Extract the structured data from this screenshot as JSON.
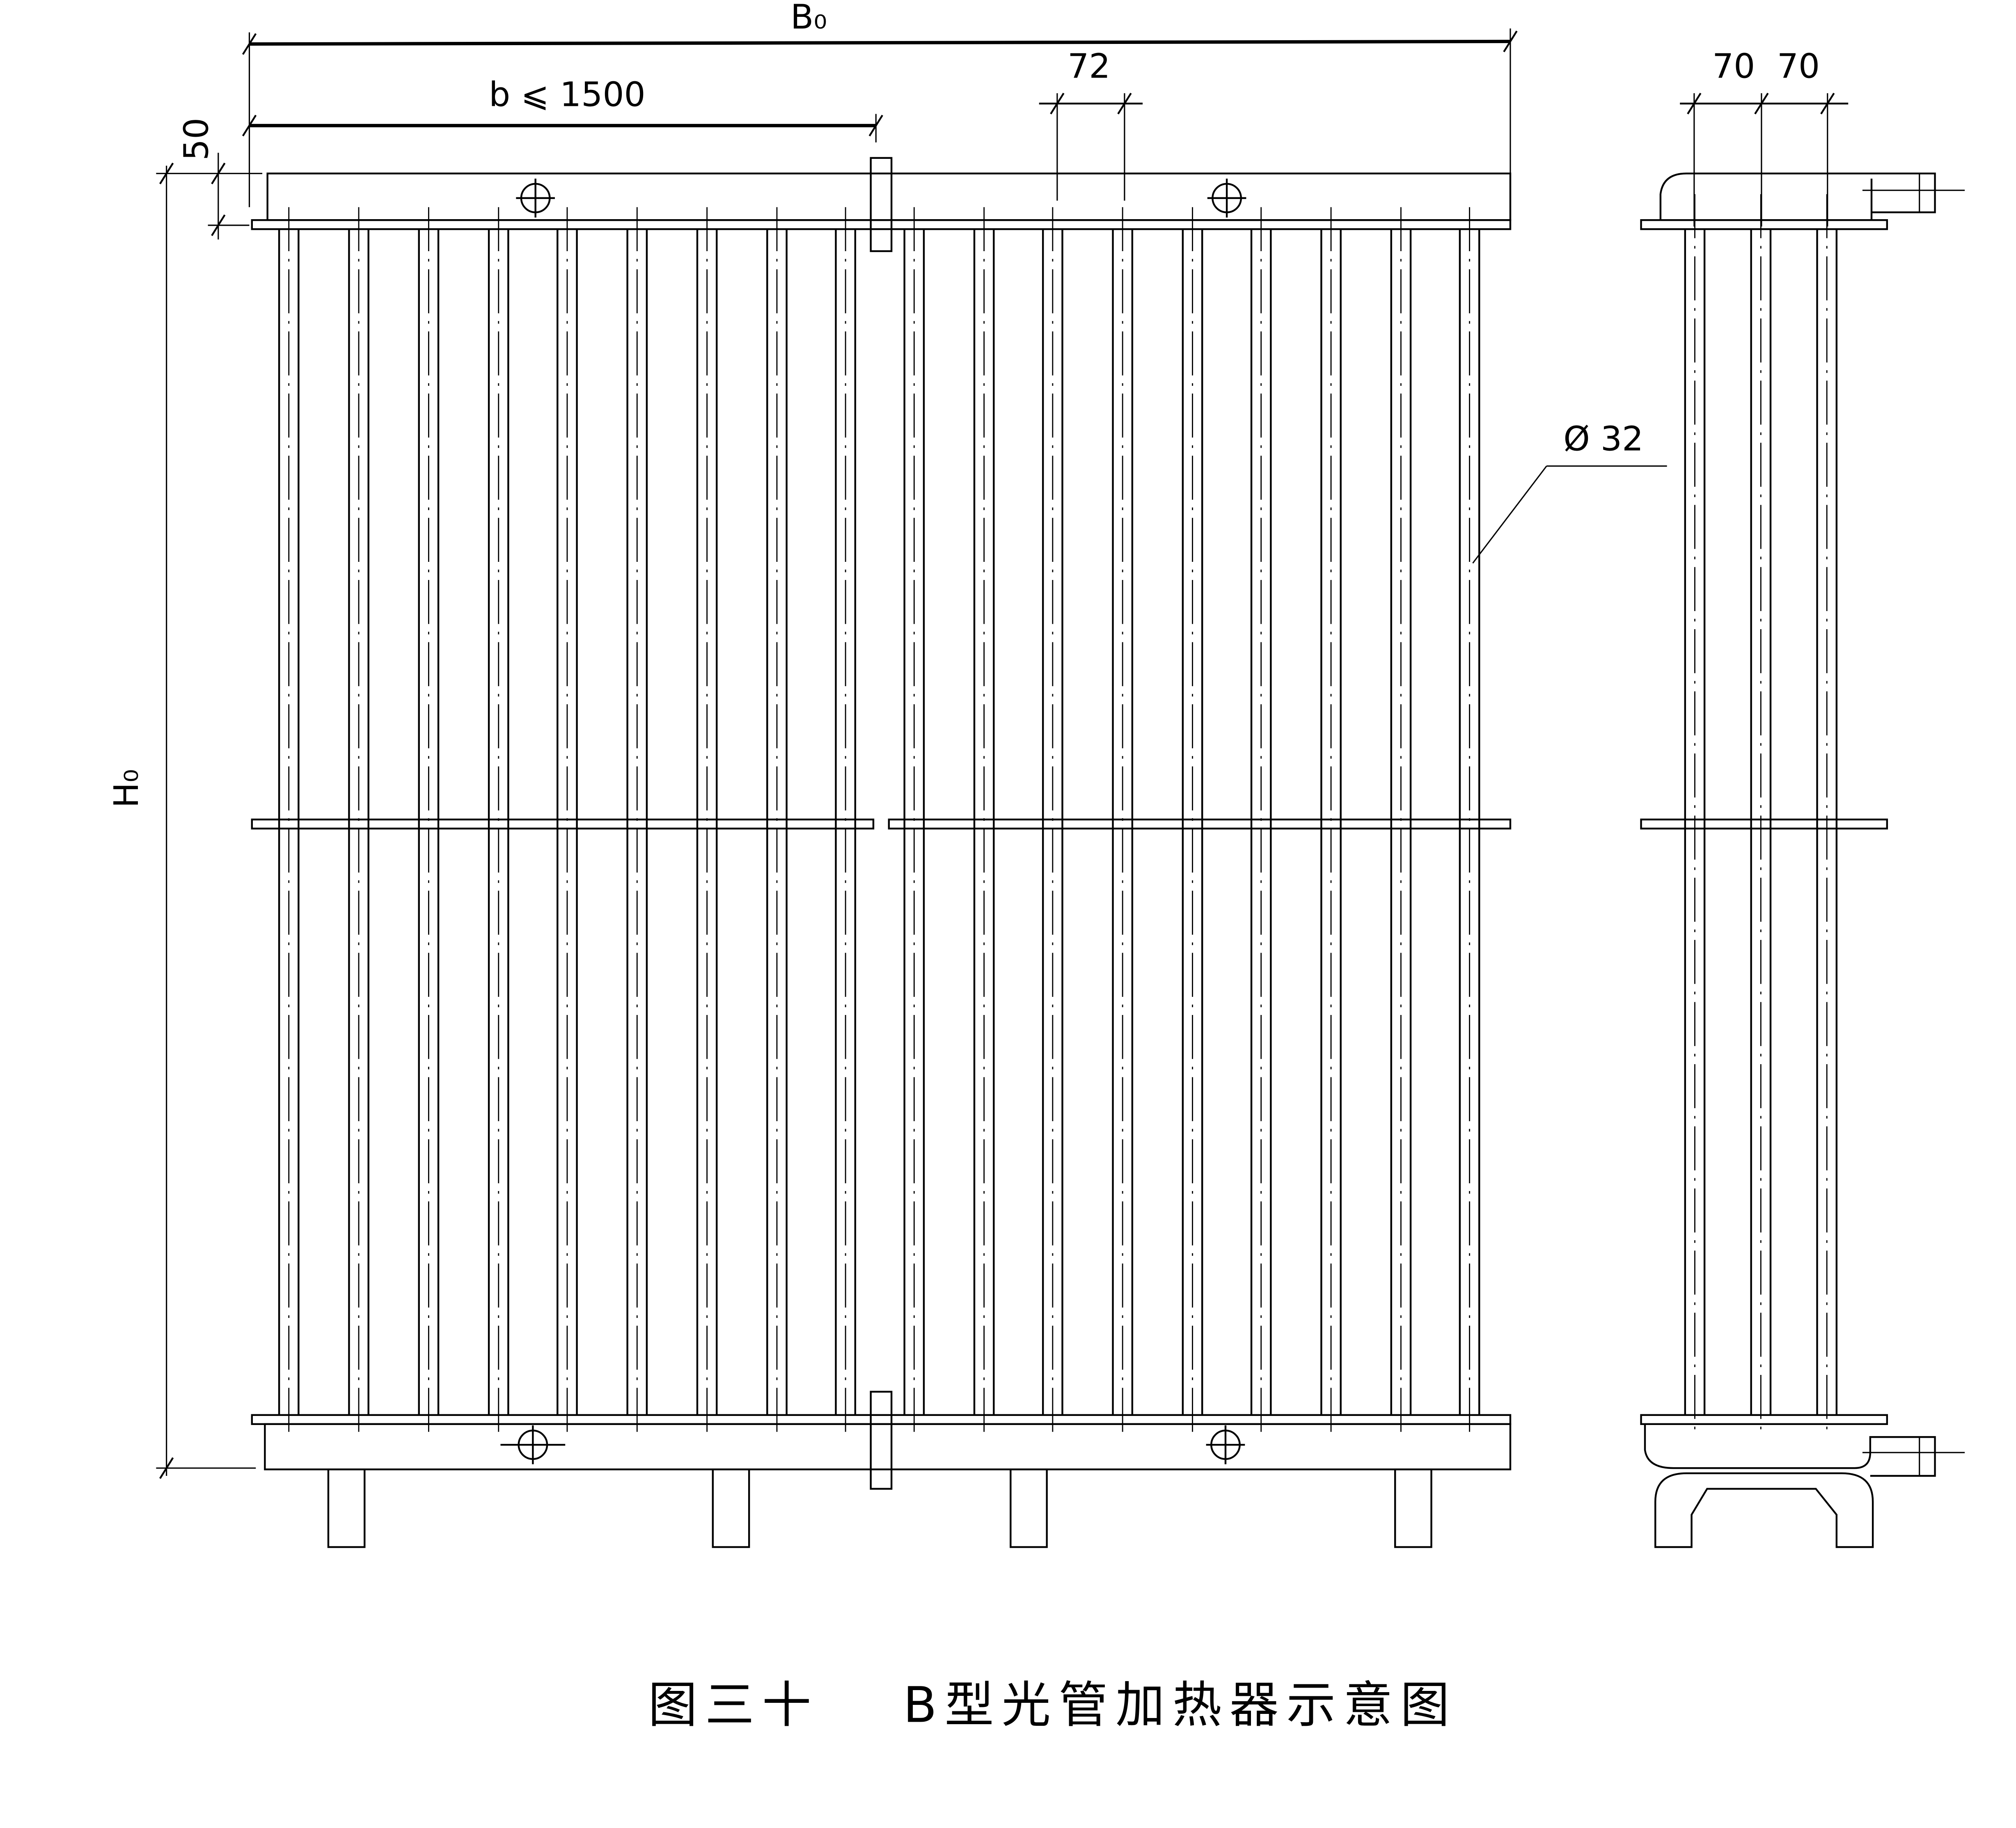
{
  "dimensions": {
    "overall_width": "B₀",
    "section_width": "b ⩽ 1500",
    "tube_pitch": "72",
    "header_height": "50",
    "overall_height": "H₀",
    "tube_diameter": "Ø 32",
    "side_pitch_1": "70",
    "side_pitch_2": "70"
  },
  "caption": {
    "figure_number": "图三十",
    "title": "B型光管加热器示意图"
  }
}
